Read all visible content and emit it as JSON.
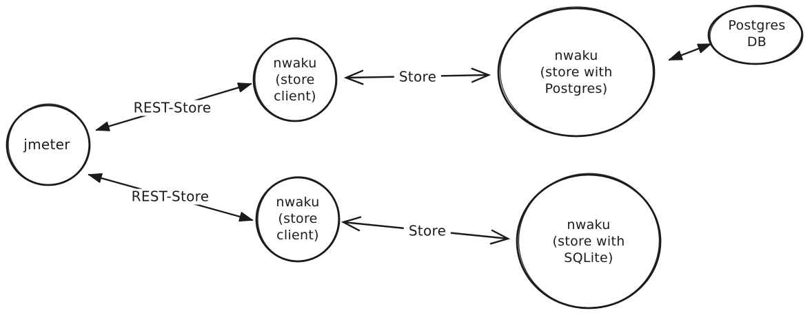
{
  "diagram": {
    "background_color": "#ffffff",
    "stroke_color": "#1b1b1b",
    "nodes": [
      {
        "id": "jmeter",
        "label": "jmeter",
        "shape": "circle"
      },
      {
        "id": "nwaku-store-client-top",
        "label": "nwaku\n(store\nclient)",
        "shape": "circle"
      },
      {
        "id": "nwaku-store-postgres",
        "label": "nwaku\n(store with\nPostgres)",
        "shape": "circle"
      },
      {
        "id": "postgres-db",
        "label": "Postgres\nDB",
        "shape": "ellipse"
      },
      {
        "id": "nwaku-store-client-bottom",
        "label": "nwaku\n(store\nclient)",
        "shape": "circle"
      },
      {
        "id": "nwaku-store-sqlite",
        "label": "nwaku\n(store with\nSQLite)",
        "shape": "circle"
      }
    ],
    "edges": [
      {
        "id": "rest-store-top",
        "label": "REST-Store",
        "from": "jmeter",
        "to": "nwaku-store-client-top",
        "arrowheads": "solid-both-ends"
      },
      {
        "id": "store-top",
        "label": "Store",
        "from": "nwaku-store-client-top",
        "to": "nwaku-store-postgres",
        "arrowheads": "open-both-ends"
      },
      {
        "id": "postgres-db-link",
        "label": "",
        "from": "nwaku-store-postgres",
        "to": "postgres-db",
        "arrowheads": "solid-both-ends"
      },
      {
        "id": "rest-store-bottom",
        "label": "REST-Store",
        "from": "jmeter",
        "to": "nwaku-store-client-bottom",
        "arrowheads": "solid-both-ends"
      },
      {
        "id": "store-bottom",
        "label": "Store",
        "from": "nwaku-store-client-bottom",
        "to": "nwaku-store-sqlite",
        "arrowheads": "open-both-ends"
      }
    ]
  }
}
